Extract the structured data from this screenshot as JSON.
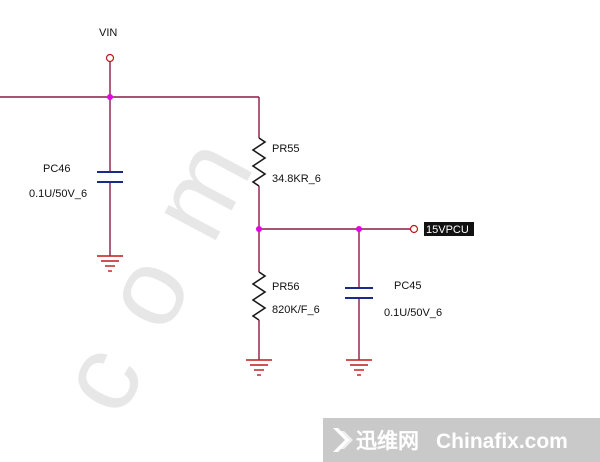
{
  "colors": {
    "wire": "#8a1a44",
    "junction": "#e400e4",
    "port": "#c01818",
    "ground": "#c01818",
    "capacitor": "#1a2a8a",
    "resistor": "#1a1a1a",
    "text": "#111111",
    "net_label_bg": "#111111",
    "net_label_fg": "#ffffff",
    "watermark_bg": "#c9c9c9"
  },
  "nets": {
    "vin": "VIN",
    "output": "15VPCU"
  },
  "components": {
    "pc46": {
      "ref": "PC46",
      "value": "0.1U/50V_6",
      "icon": "capacitor-symbol"
    },
    "pr55": {
      "ref": "PR55",
      "value": "34.8KR_6",
      "icon": "resistor-symbol"
    },
    "pr56": {
      "ref": "PR56",
      "value": "820K/F_6",
      "icon": "resistor-symbol"
    },
    "pc45": {
      "ref": "PC45",
      "value": "0.1U/50V_6",
      "icon": "capacitor-symbol"
    }
  },
  "watermark": {
    "background_text": "com",
    "brand_cn": "迅维网",
    "brand_en": "Chinafix.com",
    "icon": "chevron-arrow-logo"
  }
}
